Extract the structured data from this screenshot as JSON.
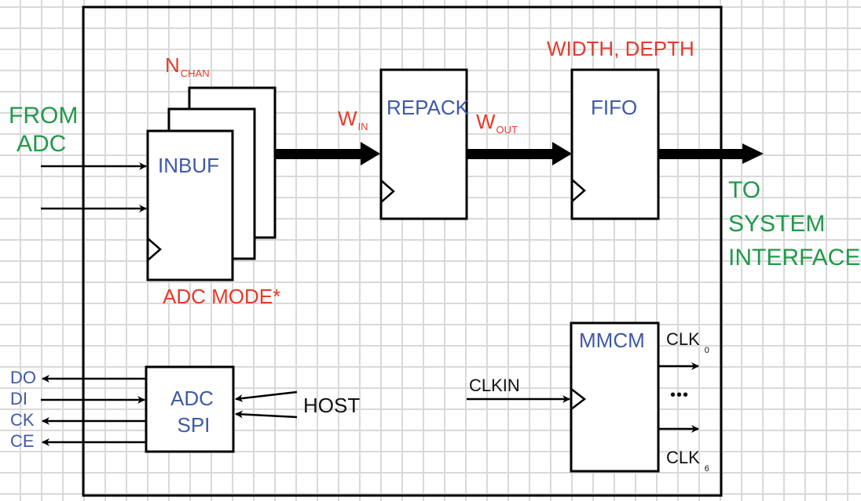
{
  "diagram": {
    "title": "ADC capture data path block diagram",
    "colors": {
      "parameter": "#e63a2b",
      "block": "#3f59a8",
      "external_io": "#1f9a48",
      "signal": "#111111",
      "grid": "#d9d9d9",
      "wire": "#000000"
    },
    "external": {
      "from_adc": [
        "FROM",
        "ADC"
      ],
      "to_system": [
        "TO",
        "SYSTEM",
        "INTERFACE"
      ]
    },
    "blocks": {
      "inbuf": {
        "label": "INBUF",
        "param": "N",
        "param_sub": "CHAN",
        "mode_note": "ADC MODE*"
      },
      "repack": {
        "label": "REPACK",
        "in_width": "W",
        "in_width_sub": "IN",
        "out_width": "W",
        "out_width_sub": "OUT"
      },
      "fifo": {
        "label": "FIFO",
        "params": "WIDTH, DEPTH"
      },
      "adc_spi": {
        "label_lines": [
          "ADC",
          "SPI"
        ],
        "host": "HOST",
        "pins": [
          "DO",
          "DI",
          "CK",
          "CE"
        ]
      },
      "mmcm": {
        "label": "MMCM",
        "clkin": "CLKIN",
        "clk_first": "CLK",
        "clk_first_sub": "0",
        "ellipsis": "•••",
        "clk_last": "CLK",
        "clk_last_sub": "6"
      }
    },
    "edges": [
      {
        "from": "adc",
        "to": "inbuf",
        "count": 2
      },
      {
        "from": "inbuf",
        "to": "repack",
        "bus": true
      },
      {
        "from": "repack",
        "to": "fifo",
        "bus": true
      },
      {
        "from": "fifo",
        "to": "system_interface",
        "bus": true
      },
      {
        "from": "host",
        "to": "adc_spi",
        "count": 2
      },
      {
        "from": "adc_spi",
        "to": "pin_DO"
      },
      {
        "from": "pin_DI",
        "to": "adc_spi"
      },
      {
        "from": "adc_spi",
        "to": "pin_CK"
      },
      {
        "from": "adc_spi",
        "to": "pin_CE"
      },
      {
        "from": "clkin",
        "to": "mmcm"
      },
      {
        "from": "mmcm",
        "to": "clk_0"
      },
      {
        "from": "mmcm",
        "to": "clk_6"
      }
    ]
  }
}
